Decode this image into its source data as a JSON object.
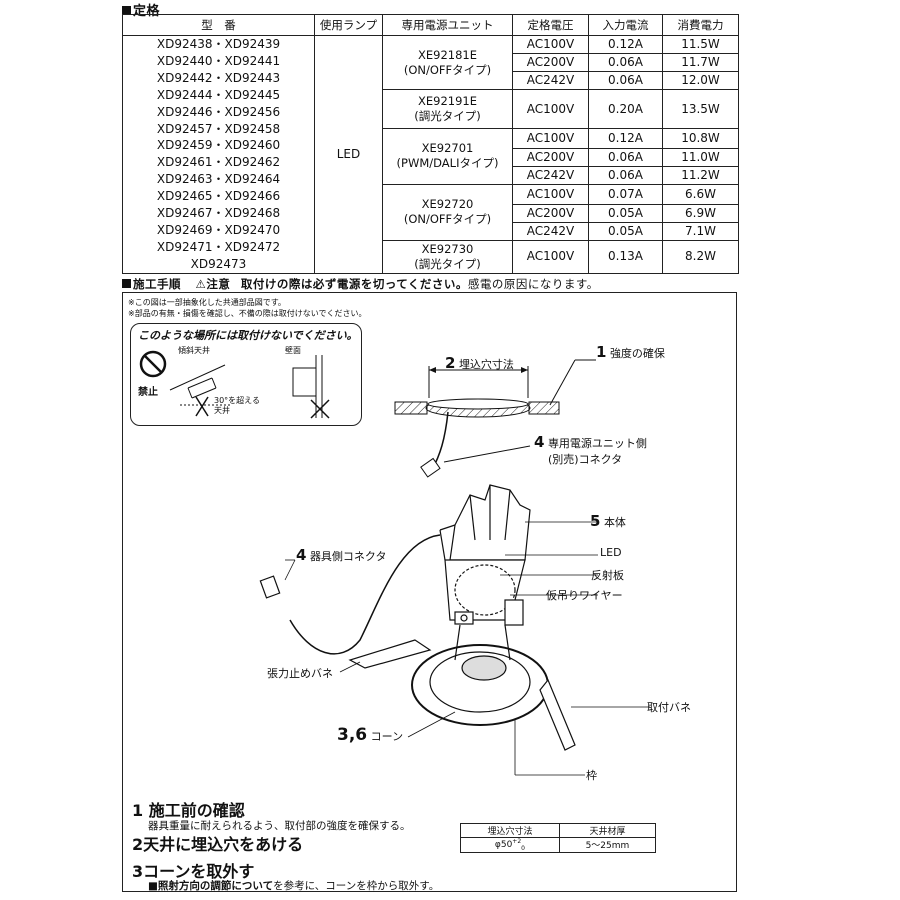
{
  "spec": {
    "title": "定格",
    "headers": [
      "型　番",
      "使用ランプ",
      "専用電源ユニット",
      "定格電圧",
      "入力電流",
      "消費電力"
    ],
    "models": [
      "XD92438・XD92439",
      "XD92440・XD92441",
      "XD92442・XD92443",
      "XD92444・XD92445",
      "XD92446・XD92456",
      "XD92457・XD92458",
      "XD92459・XD92460",
      "XD92461・XD92462",
      "XD92463・XD92464",
      "XD92465・XD92466",
      "XD92467・XD92468",
      "XD92469・XD92470",
      "XD92471・XD92472",
      "XD92473"
    ],
    "lamp": "LED",
    "units": [
      {
        "name": "XE92181E",
        "type": "(ON/OFFタイプ)",
        "rows": [
          [
            "AC100V",
            "0.12A",
            "11.5W"
          ],
          [
            "AC200V",
            "0.06A",
            "11.7W"
          ],
          [
            "AC242V",
            "0.06A",
            "12.0W"
          ]
        ]
      },
      {
        "name": "XE92191E",
        "type": "(調光タイプ)",
        "rows": [
          [
            "AC100V",
            "0.20A",
            "13.5W"
          ]
        ]
      },
      {
        "name": "XE92701",
        "type": "(PWM/DALIタイプ)",
        "rows": [
          [
            "AC100V",
            "0.12A",
            "10.8W"
          ],
          [
            "AC200V",
            "0.06A",
            "11.0W"
          ],
          [
            "AC242V",
            "0.06A",
            "11.2W"
          ]
        ]
      },
      {
        "name": "XE92720",
        "type": "(ON/OFFタイプ)",
        "rows": [
          [
            "AC100V",
            "0.07A",
            "6.6W"
          ],
          [
            "AC200V",
            "0.05A",
            "6.9W"
          ],
          [
            "AC242V",
            "0.05A",
            "7.1W"
          ]
        ]
      },
      {
        "name": "XE92730",
        "type": "(調光タイプ)",
        "rows": [
          [
            "AC100V",
            "0.13A",
            "8.2W"
          ]
        ]
      }
    ]
  },
  "procedure": {
    "title": "施工手順",
    "caution_label": "注意",
    "caution_text": "取付けの際は必ず電源を切ってください。",
    "caution_tail": "感電の原因になります。",
    "notes": [
      "※この図は一部抽象化した共通部品図です。",
      "※部品の有無・損傷を確認し、不備の際は取付けないでください。"
    ],
    "warning": {
      "title": "このような場所には取付けないでください。",
      "prohibit": "禁止",
      "slope_ceiling": "傾斜天井",
      "wall": "壁面",
      "over30": "30°を超える",
      "ceiling": "天井"
    },
    "labels": {
      "l1_num": "1",
      "l1": "強度の確保",
      "l2_num": "2",
      "l2": "埋込穴寸法",
      "l4a_num": "4",
      "l4a_1": "専用電源ユニット側",
      "l4a_2": "(別売)コネクタ",
      "l5_num": "5",
      "l5": "本体",
      "led": "LED",
      "reflector": "反射板",
      "wire": "仮吊りワイヤー",
      "l4b_num": "4",
      "l4b": "器具側コネクタ",
      "spring_stop": "張力止めバネ",
      "mount_spring": "取付バネ",
      "cone_num": "3,6",
      "cone": "コーン",
      "frame": "枠"
    },
    "steps": [
      {
        "num": "1",
        "title": "施工前の確認",
        "desc": "器具重量に耐えられるよう、取付部の強度を確保する。"
      },
      {
        "num": "2",
        "title": "天井に埋込穴をあける",
        "desc": ""
      },
      {
        "num": "3",
        "title": "コーンを取外す",
        "desc_bold": "照射方向の調節について",
        "desc": "を参考に、コーンを枠から取外す。"
      }
    ],
    "hole_table": {
      "h1": "埋込穴寸法",
      "h2": "天井材厚",
      "v1": "φ50",
      "tol_plus": "+2",
      "tol_minus": "0",
      "v2": "5〜25mm"
    }
  }
}
